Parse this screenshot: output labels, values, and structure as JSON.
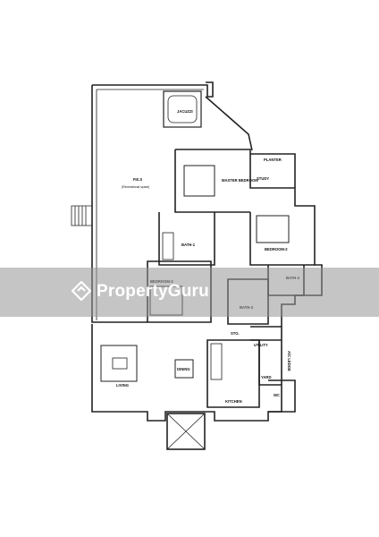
{
  "rooms": {
    "pes": "P.E.S",
    "pes_sub": "(Recreational space)",
    "jacuzzi": "JACUZZI",
    "master_bedroom": "MASTER BEDROOM",
    "study": "STUDY",
    "planter": "PLANTER",
    "bath1": "BATH-1",
    "bedroom2": "BEDROOM-2",
    "bath2": "BATH-2",
    "bedroom3": "BEDROOM-3",
    "bath3": "BATH-3",
    "store": "STO.",
    "utility": "UTILITY",
    "yard": "YARD",
    "wc": "WC",
    "acledge": "A/C LEDGE",
    "dining": "DINING",
    "living": "LIVING",
    "kitchen": "KITCHEN"
  },
  "watermark": {
    "brand": "PropertyGuru",
    "logo_icon": "propertyguru-logo-icon"
  }
}
